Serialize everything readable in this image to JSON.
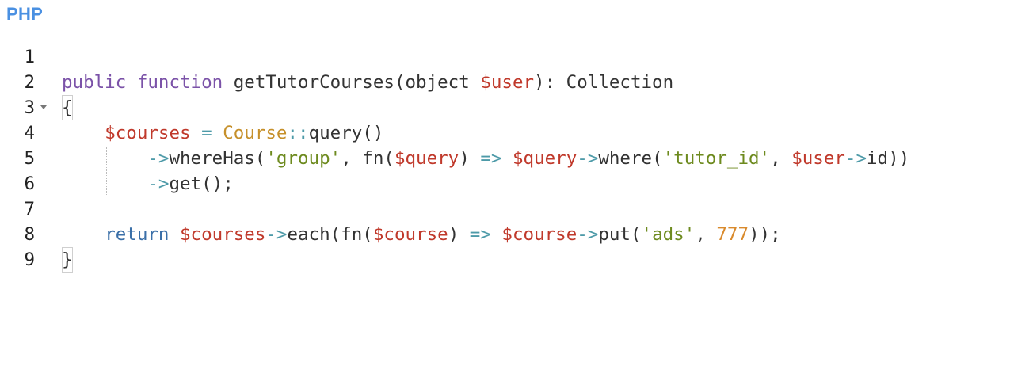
{
  "language_label": "PHP",
  "lines": [
    {
      "n": "1",
      "tokens": []
    },
    {
      "n": "2",
      "tokens": [
        [
          "kw",
          "public"
        ],
        [
          "plain",
          " "
        ],
        [
          "kw",
          "function"
        ],
        [
          "plain",
          " getTutorCourses(object "
        ],
        [
          "var",
          "$user"
        ],
        [
          "plain",
          "): Collection"
        ]
      ]
    },
    {
      "n": "3",
      "tokens": [
        [
          "plain",
          "{"
        ]
      ]
    },
    {
      "n": "4",
      "tokens": [
        [
          "plain",
          "    "
        ],
        [
          "var",
          "$courses"
        ],
        [
          "plain",
          " "
        ],
        [
          "op",
          "="
        ],
        [
          "plain",
          " "
        ],
        [
          "cls",
          "Course"
        ],
        [
          "op",
          "::"
        ],
        [
          "plain",
          "query()"
        ]
      ]
    },
    {
      "n": "5",
      "tokens": [
        [
          "plain",
          "        "
        ],
        [
          "op",
          "->"
        ],
        [
          "plain",
          "whereHas("
        ],
        [
          "str",
          "'group'"
        ],
        [
          "plain",
          ", fn("
        ],
        [
          "var",
          "$query"
        ],
        [
          "plain",
          ") "
        ],
        [
          "op",
          "=>"
        ],
        [
          "plain",
          " "
        ],
        [
          "var",
          "$query"
        ],
        [
          "op",
          "->"
        ],
        [
          "plain",
          "where("
        ],
        [
          "str",
          "'tutor_id'"
        ],
        [
          "plain",
          ", "
        ],
        [
          "var",
          "$user"
        ],
        [
          "op",
          "->"
        ],
        [
          "plain",
          "id))"
        ]
      ]
    },
    {
      "n": "6",
      "tokens": [
        [
          "plain",
          "        "
        ],
        [
          "op",
          "->"
        ],
        [
          "plain",
          "get();"
        ]
      ]
    },
    {
      "n": "7",
      "tokens": []
    },
    {
      "n": "8",
      "tokens": [
        [
          "plain",
          "    "
        ],
        [
          "kw2",
          "return"
        ],
        [
          "plain",
          " "
        ],
        [
          "var",
          "$courses"
        ],
        [
          "op",
          "->"
        ],
        [
          "plain",
          "each(fn("
        ],
        [
          "var",
          "$course"
        ],
        [
          "plain",
          ") "
        ],
        [
          "op",
          "=>"
        ],
        [
          "plain",
          " "
        ],
        [
          "var",
          "$course"
        ],
        [
          "op",
          "->"
        ],
        [
          "plain",
          "put("
        ],
        [
          "str",
          "'ads'"
        ],
        [
          "plain",
          ", "
        ],
        [
          "num",
          "777"
        ],
        [
          "plain",
          "));"
        ]
      ]
    },
    {
      "n": "9",
      "tokens": [
        [
          "plain",
          "}"
        ]
      ]
    }
  ]
}
